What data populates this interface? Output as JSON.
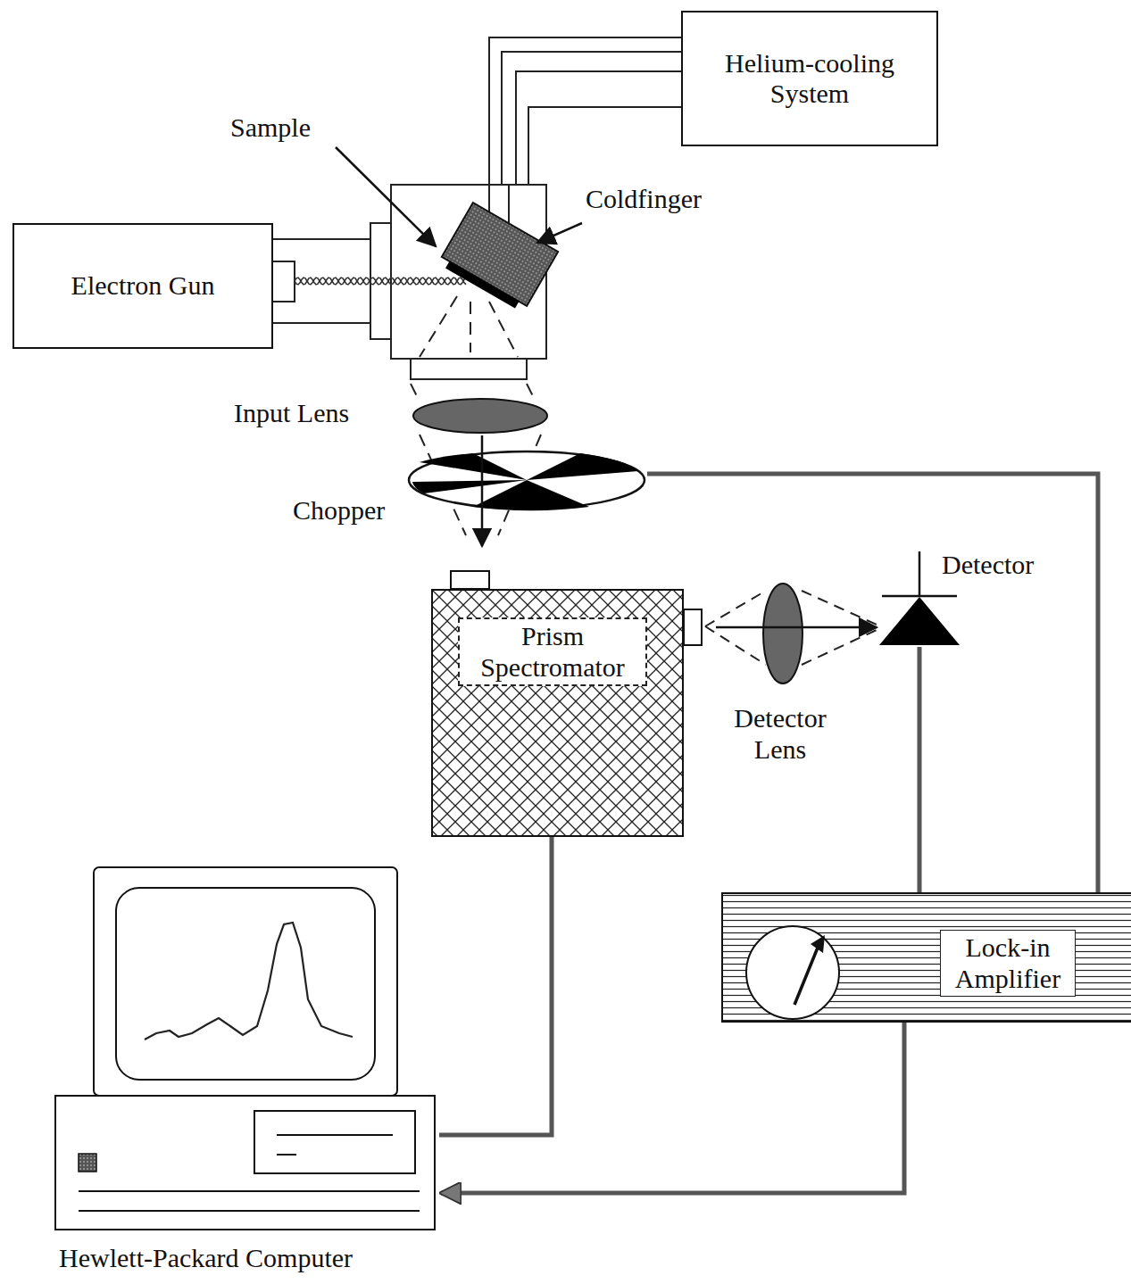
{
  "diagram": {
    "nodes": [
      {
        "text": [
          "Helium-cooling System"
        ]
      },
      {
        "text": [
          "Electron Gun"
        ]
      },
      {
        "text": [
          "Chopper"
        ]
      },
      {
        "text": [
          "Detector"
        ]
      },
      {
        "text": [
          "Prism Spectromator"
        ]
      },
      {
        "text": [
          "Lock-in Amplifier"
        ]
      },
      {
        "text": [
          "Hewlett-Packard Computer"
        ]
      }
    ],
    "edges": [
      {
        "from": 4,
        "to": 6,
        "arrow": "none"
      },
      {
        "from": 5,
        "to": 6,
        "arrow": "to"
      },
      {
        "from": 2,
        "to": 5,
        "arrow": "none"
      },
      {
        "from": 3,
        "to": 5,
        "arrow": "none"
      }
    ],
    "labels": [
      "Sample",
      "Coldfinger",
      "Input Lens",
      "Detector Lens"
    ]
  }
}
